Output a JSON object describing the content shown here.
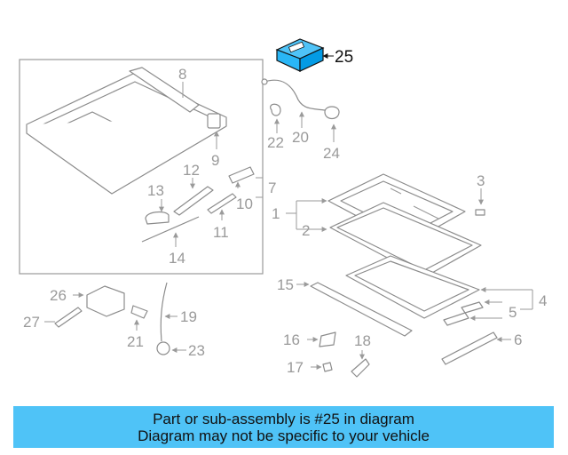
{
  "diagram": {
    "highlighted_part": "25",
    "callouts": [
      "25",
      "8",
      "9",
      "22",
      "20",
      "24",
      "12",
      "13",
      "10",
      "7",
      "11",
      "14",
      "3",
      "1",
      "2",
      "15",
      "4",
      "5",
      "26",
      "19",
      "27",
      "21",
      "23",
      "16",
      "18",
      "6",
      "17"
    ],
    "colors": {
      "banner_bg": "#4fc3f7",
      "highlight_part": "#29b6f6",
      "line": "#8c8c8c",
      "callout_text": "#9a9a9a"
    }
  },
  "banner": {
    "line1": "Part or sub-assembly is #25 in diagram",
    "line2": "Diagram may not be specific to your vehicle"
  }
}
